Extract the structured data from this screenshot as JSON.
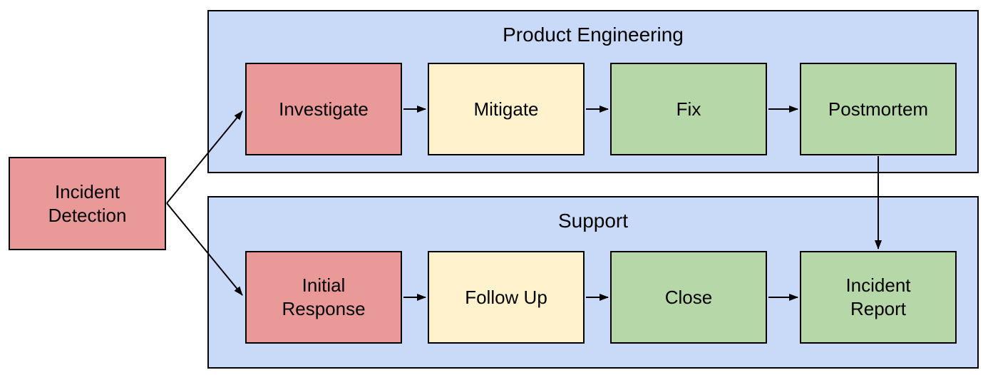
{
  "diagram": {
    "type": "flowchart",
    "background": "#ffffff",
    "colors": {
      "node_red": "#EA9999",
      "node_yellow": "#FFF2CC",
      "node_green": "#B6D7A8",
      "lane_blue": "#C9DAF8",
      "border": "#000000",
      "text": "#000000"
    },
    "detection": {
      "id": "incident-detection",
      "label": "Incident Detection",
      "color": "red"
    },
    "lanes": [
      {
        "id": "product-engineering",
        "title": "Product Engineering",
        "nodes": [
          {
            "id": "investigate",
            "label": "Investigate",
            "color": "red"
          },
          {
            "id": "mitigate",
            "label": "Mitigate",
            "color": "yellow"
          },
          {
            "id": "fix",
            "label": "Fix",
            "color": "green"
          },
          {
            "id": "postmortem",
            "label": "Postmortem",
            "color": "green"
          }
        ]
      },
      {
        "id": "support",
        "title": "Support",
        "nodes": [
          {
            "id": "initial-response",
            "label": "Initial Response",
            "color": "red"
          },
          {
            "id": "follow-up",
            "label": "Follow Up",
            "color": "yellow"
          },
          {
            "id": "close",
            "label": "Close",
            "color": "green"
          },
          {
            "id": "incident-report",
            "label": "Incident Report",
            "color": "green"
          }
        ]
      }
    ],
    "edges": [
      {
        "from": "incident-detection",
        "to": "investigate"
      },
      {
        "from": "incident-detection",
        "to": "initial-response"
      },
      {
        "from": "investigate",
        "to": "mitigate"
      },
      {
        "from": "mitigate",
        "to": "fix"
      },
      {
        "from": "fix",
        "to": "postmortem"
      },
      {
        "from": "postmortem",
        "to": "incident-report"
      },
      {
        "from": "initial-response",
        "to": "follow-up"
      },
      {
        "from": "follow-up",
        "to": "close"
      },
      {
        "from": "close",
        "to": "incident-report"
      }
    ]
  }
}
